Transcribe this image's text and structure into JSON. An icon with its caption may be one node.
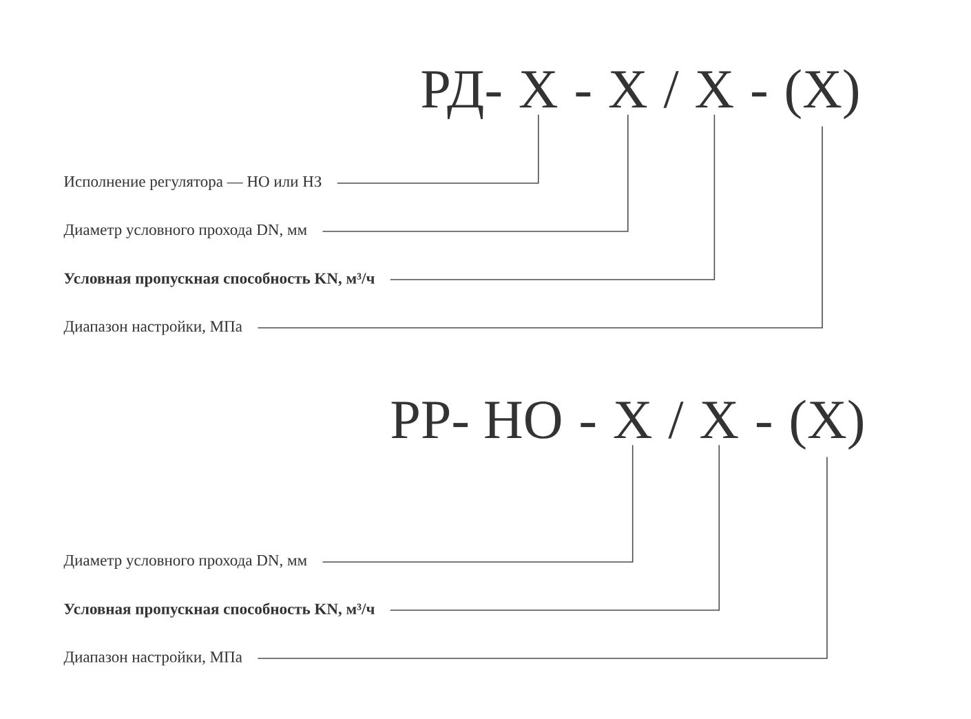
{
  "diagram": {
    "nodes": [
      {
        "text": [
          "X"
        ]
      },
      {
        "text": [
          "X"
        ]
      },
      {
        "text": [
          "X"
        ]
      },
      {
        "text": [
          "(X)"
        ]
      },
      {
        "text": [
          "Исполнение регулятора — НО или НЗ"
        ]
      },
      {
        "text": [
          "Диаметр условного прохода DN, мм"
        ]
      },
      {
        "text": [
          "Условная пропускная способность KN, м³/ч"
        ]
      },
      {
        "text": [
          "Диапазон настройки, МПа"
        ]
      },
      {
        "text": [
          "X"
        ]
      },
      {
        "text": [
          "X"
        ]
      },
      {
        "text": [
          "(X)"
        ]
      },
      {
        "text": [
          "Диаметр условного прохода DN, мм"
        ]
      },
      {
        "text": [
          "Условная пропускная способность KN, м³/ч"
        ]
      },
      {
        "text": [
          "Диапазон настройки, МПа"
        ]
      }
    ],
    "edges": [
      {
        "from": 4,
        "to": 0,
        "arrow": "none"
      },
      {
        "from": 5,
        "to": 1,
        "arrow": "none"
      },
      {
        "from": 6,
        "to": 2,
        "arrow": "none"
      },
      {
        "from": 7,
        "to": 3,
        "arrow": "none"
      },
      {
        "from": 11,
        "to": 8,
        "arrow": "none"
      },
      {
        "from": 12,
        "to": 9,
        "arrow": "none"
      },
      {
        "from": 13,
        "to": 10,
        "arrow": "none"
      }
    ],
    "labels": [
      "РД-",
      "-",
      "/",
      "-",
      "РР- НО",
      "-",
      "/",
      "-"
    ]
  }
}
